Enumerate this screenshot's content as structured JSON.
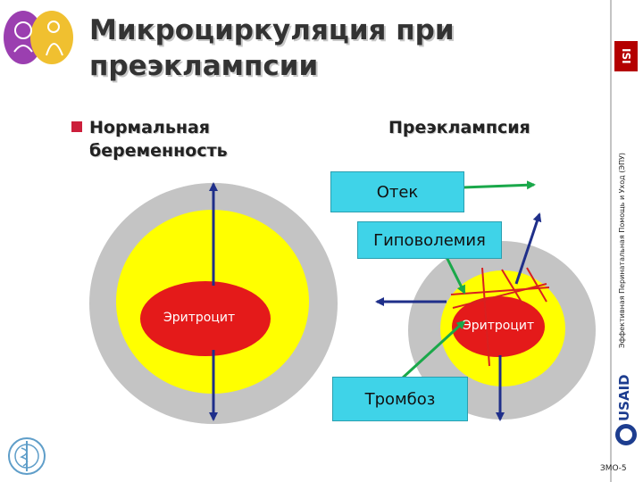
{
  "title": {
    "line1": "Микроциркуляция при",
    "line2": "преэклампсии"
  },
  "headings": {
    "normal_line1": "Нормальная",
    "normal_line2": "беременность",
    "preeclampsia": "Преэклампсия"
  },
  "boxes": {
    "edema": "Отек",
    "hypovolemia": "Гиповолемия",
    "thrombosis": "Тромбоз"
  },
  "cells": {
    "normal": "Эритроцит",
    "preeclampsia": "Эритроцит"
  },
  "sidebar": {
    "caption": "Эффективная Перинатальная Помощь и Уход (ЭПУ)",
    "isi_logo": "ISI",
    "usaid_logo": "USAID"
  },
  "footer": {
    "code": "ЗМО-5"
  },
  "colors": {
    "outer": "#c4c4c4",
    "plasma": "#ffff00",
    "rbc": "#e41a1a",
    "box": "#3fd3e8",
    "arrow_blue": "#1f2f8a",
    "arrow_green": "#1aa84a",
    "clot": "#d82020"
  }
}
